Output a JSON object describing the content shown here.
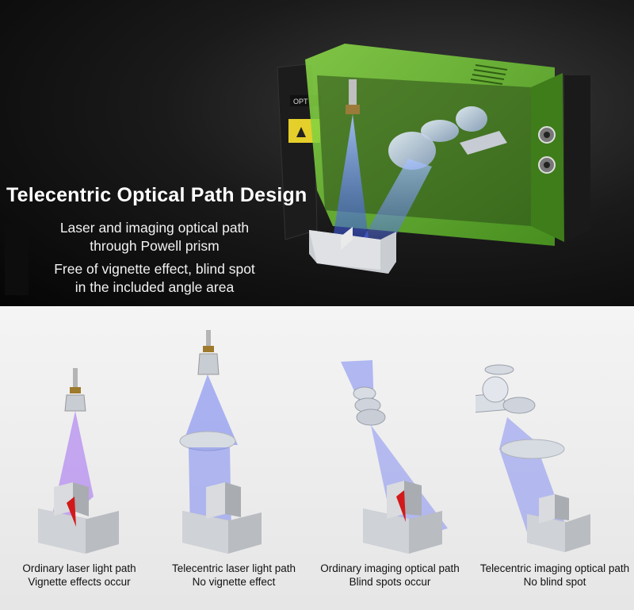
{
  "hero": {
    "title": "Telecentric Optical Path Design",
    "point1_line1": "Laser and imaging optical path",
    "point1_line2": "through Powell prism",
    "point2_line1": "Free of vignette effect, blind spot",
    "point2_line2": "in the included angle area",
    "device_brand": "OPT",
    "accent_color": "#7bd23a"
  },
  "panels": [
    {
      "line1": "Ordinary laser light path",
      "line2": "Vignette effects occur"
    },
    {
      "line1": "Telecentric laser light path",
      "line2": "No vignette effect"
    },
    {
      "line1": "Ordinary imaging optical path",
      "line2": "Blind spots occur"
    },
    {
      "line1": "Telecentric imaging optical path",
      "line2": "No blind spot"
    }
  ],
  "colors": {
    "laser_purple": "#b48cf0",
    "beam_blue": "#6f7df2",
    "defect_red": "#d21a1a",
    "block_gray": "#b9bcc1"
  }
}
